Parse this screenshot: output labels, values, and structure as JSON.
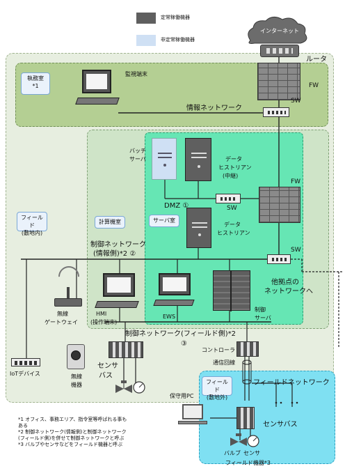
{
  "legend": {
    "active_label": "定常稼働機器",
    "inactive_label": "非定常稼働機器",
    "active_color": "#5f5f5f",
    "inactive_color": "#cfe0f4"
  },
  "internet": "インターネット",
  "router": "ルータ",
  "fw_top": "FW",
  "sw_top": "SW",
  "office": {
    "title": "執務室",
    "note": "*1"
  },
  "monitor_terminal": "監視端末",
  "info_network": "情報ネットワーク",
  "batch_server": {
    "line1": "バッチ",
    "line2": "サーバ"
  },
  "historian_relay": {
    "line1": "データ",
    "line2": "ヒストリアン",
    "line3": "(中継)"
  },
  "sw_dmz": "SW",
  "fw_mid": "FW",
  "dmz": "DMZ ①",
  "field_onsite": {
    "line1": "フィールド",
    "line2": "(敷地内)"
  },
  "computer_room": "計算機室",
  "server_room": "サーバ室",
  "historian": {
    "line1": "データ",
    "line2": "ヒストリアン"
  },
  "control_network_info": {
    "line1": "制御ネットワーク",
    "line2": "(情報側)*2 ②"
  },
  "sw_mid": "SW",
  "other_site": {
    "line1": "他拠点の",
    "line2": "ネットワークへ"
  },
  "wireless_gateway": {
    "line1": "無線",
    "line2": "ゲートウェイ"
  },
  "hmi": {
    "line1": "HMI",
    "line2": "(操作端末)"
  },
  "ews": "EWS",
  "control_server": {
    "line1": "制御",
    "line2": "サーバ"
  },
  "control_network_field": {
    "line1": "制御ネットワーク(フィールド側)*2",
    "line2": "③"
  },
  "controller": "コントローラ",
  "comm_line": "通信回線",
  "iot_device": "IoTデバイス",
  "wireless_device": {
    "line1": "無線",
    "line2": "機器"
  },
  "sensor_bus_left": {
    "line1": "センサ",
    "line2": "バス"
  },
  "field_offsite": {
    "line1": "フィールド",
    "line2": "(敷地外)"
  },
  "field_network": "フィールドネットワーク",
  "maintenance_pc": "保守用PC",
  "sensor_bus_right": "センサバス",
  "valve": "バルブ",
  "sensor": "センサ",
  "field_devices": "フィールド機器*3",
  "footnotes": [
    "*1 オフィス、事務エリア、指令室等呼ばれる事も",
    "ある",
    "*2 制御ネットワーク(情報側)と制御ネットワーク",
    "(フィールド側)を併せて制御ネットワークと呼ぶ",
    "*3 バルブやセンサなどをフィールド機器と呼ぶ"
  ]
}
